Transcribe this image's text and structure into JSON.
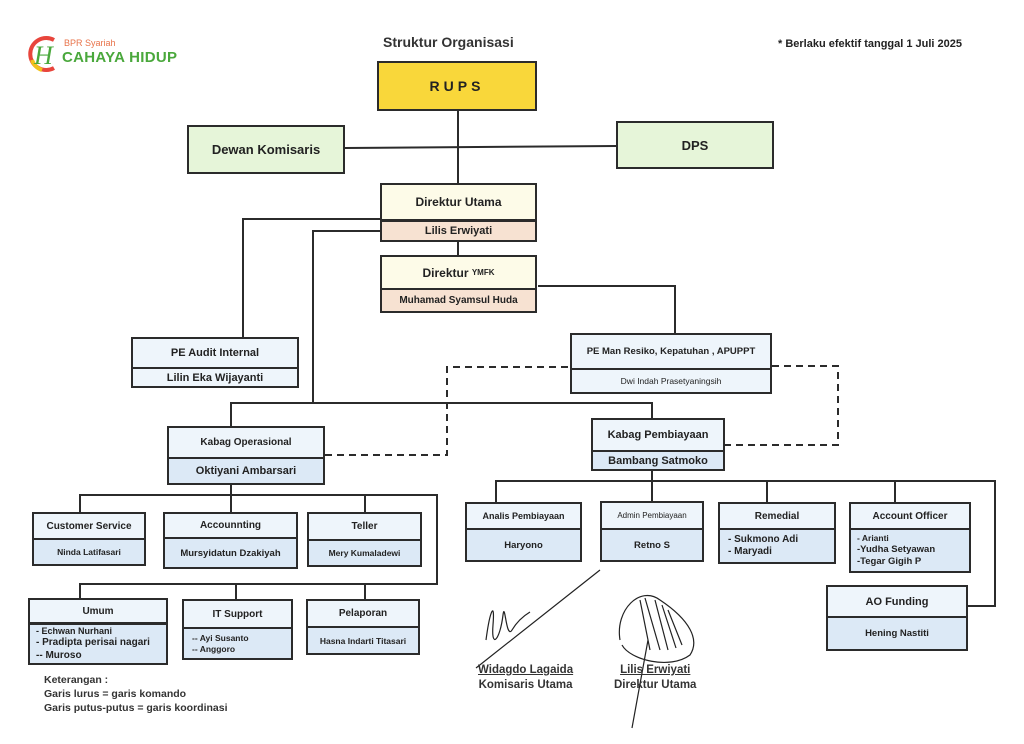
{
  "header": {
    "logo": {
      "tagline": "BPR Syariah",
      "brand": "CAHAYA HIDUP",
      "brand_color": "#4aa83c",
      "tagline_color": "#e8734a",
      "swoosh_colors": [
        "#e8453c",
        "#f2c21b"
      ]
    },
    "title": "Struktur Organisasi",
    "effective_note": "* Berlaku efektif tanggal 1 Juli 2025"
  },
  "colors": {
    "rups": "#f9d73a",
    "board": "#e6f5d9",
    "director_title": "#fdfbe8",
    "director_name": "#f7e2d2",
    "unit_title": "#eef5fb",
    "unit_name": "#dce9f6",
    "line": "#2b2b2b"
  },
  "org": {
    "rups": {
      "title": "RUPS"
    },
    "dewan_komisaris": {
      "title": "Dewan Komisaris"
    },
    "dps": {
      "title": "DPS"
    },
    "direktur_utama": {
      "title": "Direktur Utama",
      "name": "Lilis Erwiyati"
    },
    "direktur_ymfk": {
      "title": "Direktur",
      "title_suffix": "YMFK",
      "name": "Muhamad Syamsul Huda"
    },
    "audit_internal": {
      "title": "PE  Audit Internal",
      "name": "Lilin Eka Wijayanti"
    },
    "man_resiko": {
      "title": "PE Man Resiko, Kepatuhan , APUPPT",
      "name": "Dwi Indah Prasetyaningsih"
    },
    "kabag_operasional": {
      "title": "Kabag Operasional",
      "name": "Oktiyani Ambarsari"
    },
    "kabag_pembiayaan": {
      "title": "Kabag Pembiayaan",
      "name": "Bambang Satmoko"
    },
    "customer_service": {
      "title": "Customer Service",
      "name": "Ninda Latifasari"
    },
    "accounting": {
      "title": "Accounnting",
      "name": "Mursyidatun Dzakiyah"
    },
    "teller": {
      "title": "Teller",
      "name": "Mery Kumaladewi"
    },
    "umum": {
      "title": "Umum",
      "names": [
        "-  Echwan Nurhani",
        "-  Pradipta perisai nagari",
        "-- Muroso"
      ]
    },
    "it_support": {
      "title": "IT Support",
      "names": [
        "-- Ayi Susanto",
        "-- Anggoro"
      ]
    },
    "pelaporan": {
      "title": "Pelaporan",
      "name": "Hasna Indarti Titasari"
    },
    "analis_pembiayaan": {
      "title": "Analis Pembiayaan",
      "name": "Haryono"
    },
    "admin_pembiayaan": {
      "title": "Admin Pembiayaan",
      "name": "Retno S"
    },
    "remedial": {
      "title": "Remedial",
      "names": [
        "-  Sukmono Adi",
        "-  Maryadi"
      ]
    },
    "account_officer": {
      "title": "Account Officer",
      "names": [
        "- Arianti",
        "-Yudha Setyawan",
        "-Tegar  Gigih P"
      ]
    },
    "ao_funding": {
      "title": "AO Funding",
      "name": "Hening Nastiti"
    }
  },
  "legend": {
    "heading": "Keterangan :",
    "solid": "Garis lurus = garis komando",
    "dashed": "Garis putus-putus = garis koordinasi"
  },
  "signatures": [
    {
      "name": "Widagdo Lagaida",
      "role": "Komisaris Utama"
    },
    {
      "name": "Lilis Erwiyati",
      "role": "Direktur Utama"
    }
  ]
}
